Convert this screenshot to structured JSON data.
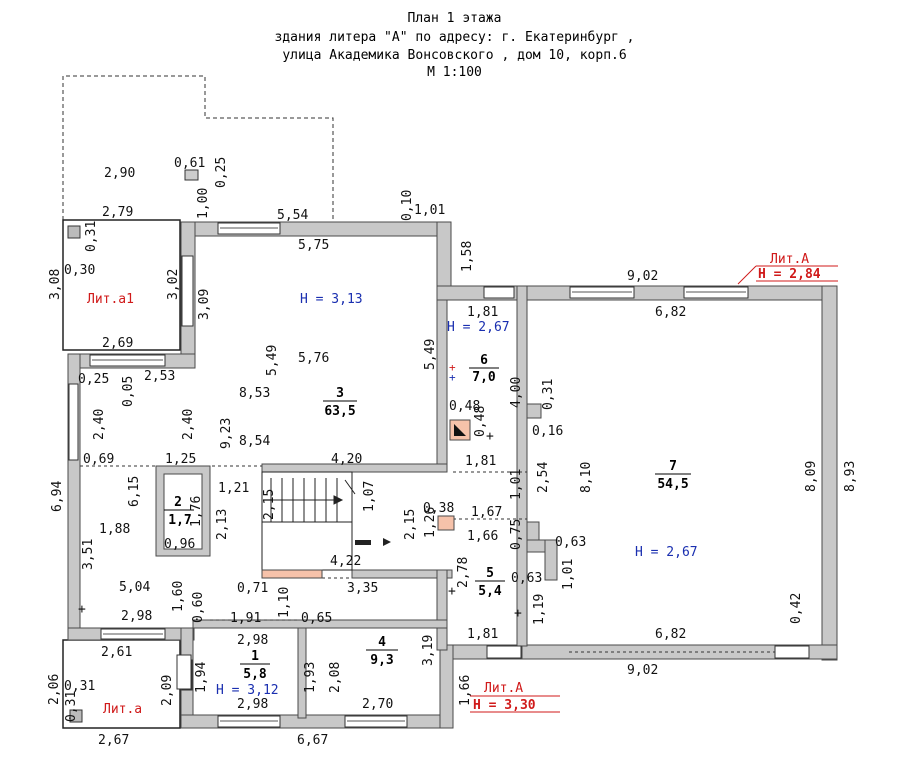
{
  "header": {
    "line1": "План 1 этажа",
    "line2": "здания литера \"А\" по адресу: г. Екатеринбург ,",
    "line3": "улица Академика Вонсовского , дом 10, корп.6",
    "line4": "М 1:100"
  },
  "colors": {
    "wall": "#c8c8c8",
    "wall_stroke": "#4a4a4a",
    "height_text": "#1a2fb0",
    "lit_text": "#d01a1a",
    "accent_fill": "#f6c2aa"
  },
  "rooms": [
    {
      "num": "1",
      "area": "5,8",
      "height": "Н = 3,12"
    },
    {
      "num": "2",
      "area": "1,7"
    },
    {
      "num": "3",
      "area": "63,5",
      "height": "Н = 3,13"
    },
    {
      "num": "4",
      "area": "9,3"
    },
    {
      "num": "5",
      "area": "5,4"
    },
    {
      "num": "6",
      "area": "7,0",
      "height": "Н = 2,67"
    },
    {
      "num": "7",
      "area": "54,5",
      "height": "Н = 2,67"
    }
  ],
  "lit_labels": {
    "a1": "Лит.а1",
    "a": "Лит.а",
    "A_top": "Лит.А",
    "A_top_height": "Н = 2,84",
    "A_bottom": "Лит.А",
    "A_bottom_height": "Н = 3,30"
  },
  "dimensions": [
    "2,90",
    "0,61",
    "0,25",
    "1,00",
    "2,79",
    "5,54",
    "0,10",
    "1,01",
    "1,58",
    "0,31",
    "0,30",
    "3,08",
    "3,02",
    "3,09",
    "5,75",
    "9,02",
    "6,82",
    "1,81",
    "2,69",
    "5,49",
    "5,76",
    "5,49",
    "2,53",
    "0,25",
    "0,05",
    "8,53",
    "4,00",
    "0,31",
    "2,40",
    "2,40",
    "9,23",
    "0,48",
    "0,48",
    "0,16",
    "8,54",
    "1,81",
    "0,69",
    "1,25",
    "4,20",
    "6,15",
    "1,21",
    "1,07",
    "2,54",
    "8,10",
    "8,09",
    "8,93",
    "6,94",
    "1,76",
    "2,13",
    "2,15",
    "0,38",
    "1,01",
    "1,88",
    "2,15",
    "1,26",
    "1,67",
    "1,66",
    "0,75",
    "0,96",
    "0,63",
    "3,51",
    "4,22",
    "1,01",
    "5,04",
    "1,60",
    "0,71",
    "3,35",
    "2,78",
    "0,63",
    "0,42",
    "0,60",
    "1,10",
    "1,19",
    "2,98",
    "1,91",
    "0,65",
    "2,98",
    "1,81",
    "6,82",
    "3,19",
    "2,61",
    "1,94",
    "1,93",
    "2,08",
    "9,02",
    "2,06",
    "0,31",
    "2,09",
    "0,31",
    "1,66",
    "2,98",
    "2,70",
    "2,67",
    "6,67"
  ]
}
